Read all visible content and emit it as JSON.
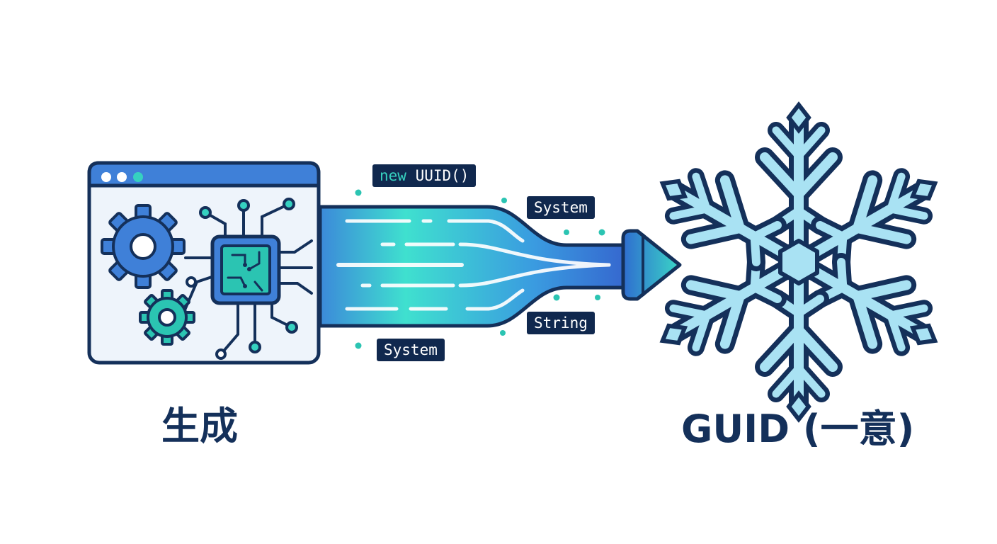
{
  "labels": {
    "source": "生成",
    "target": "GUID (一意)"
  },
  "code_tags": {
    "new_uuid": {
      "keyword": "new",
      "rest": " UUID()"
    },
    "system_top": "System",
    "string": "String",
    "system_bottom": "System"
  },
  "icons": {
    "source": "app-window-with-gears-and-chip",
    "pipe": "data-flow-pipe-arrow",
    "target": "snowflake"
  },
  "colors": {
    "navy": "#14305a",
    "blue": "#3f80d8",
    "teal": "#2bc4b2",
    "light_blue": "#a9e2f3"
  }
}
